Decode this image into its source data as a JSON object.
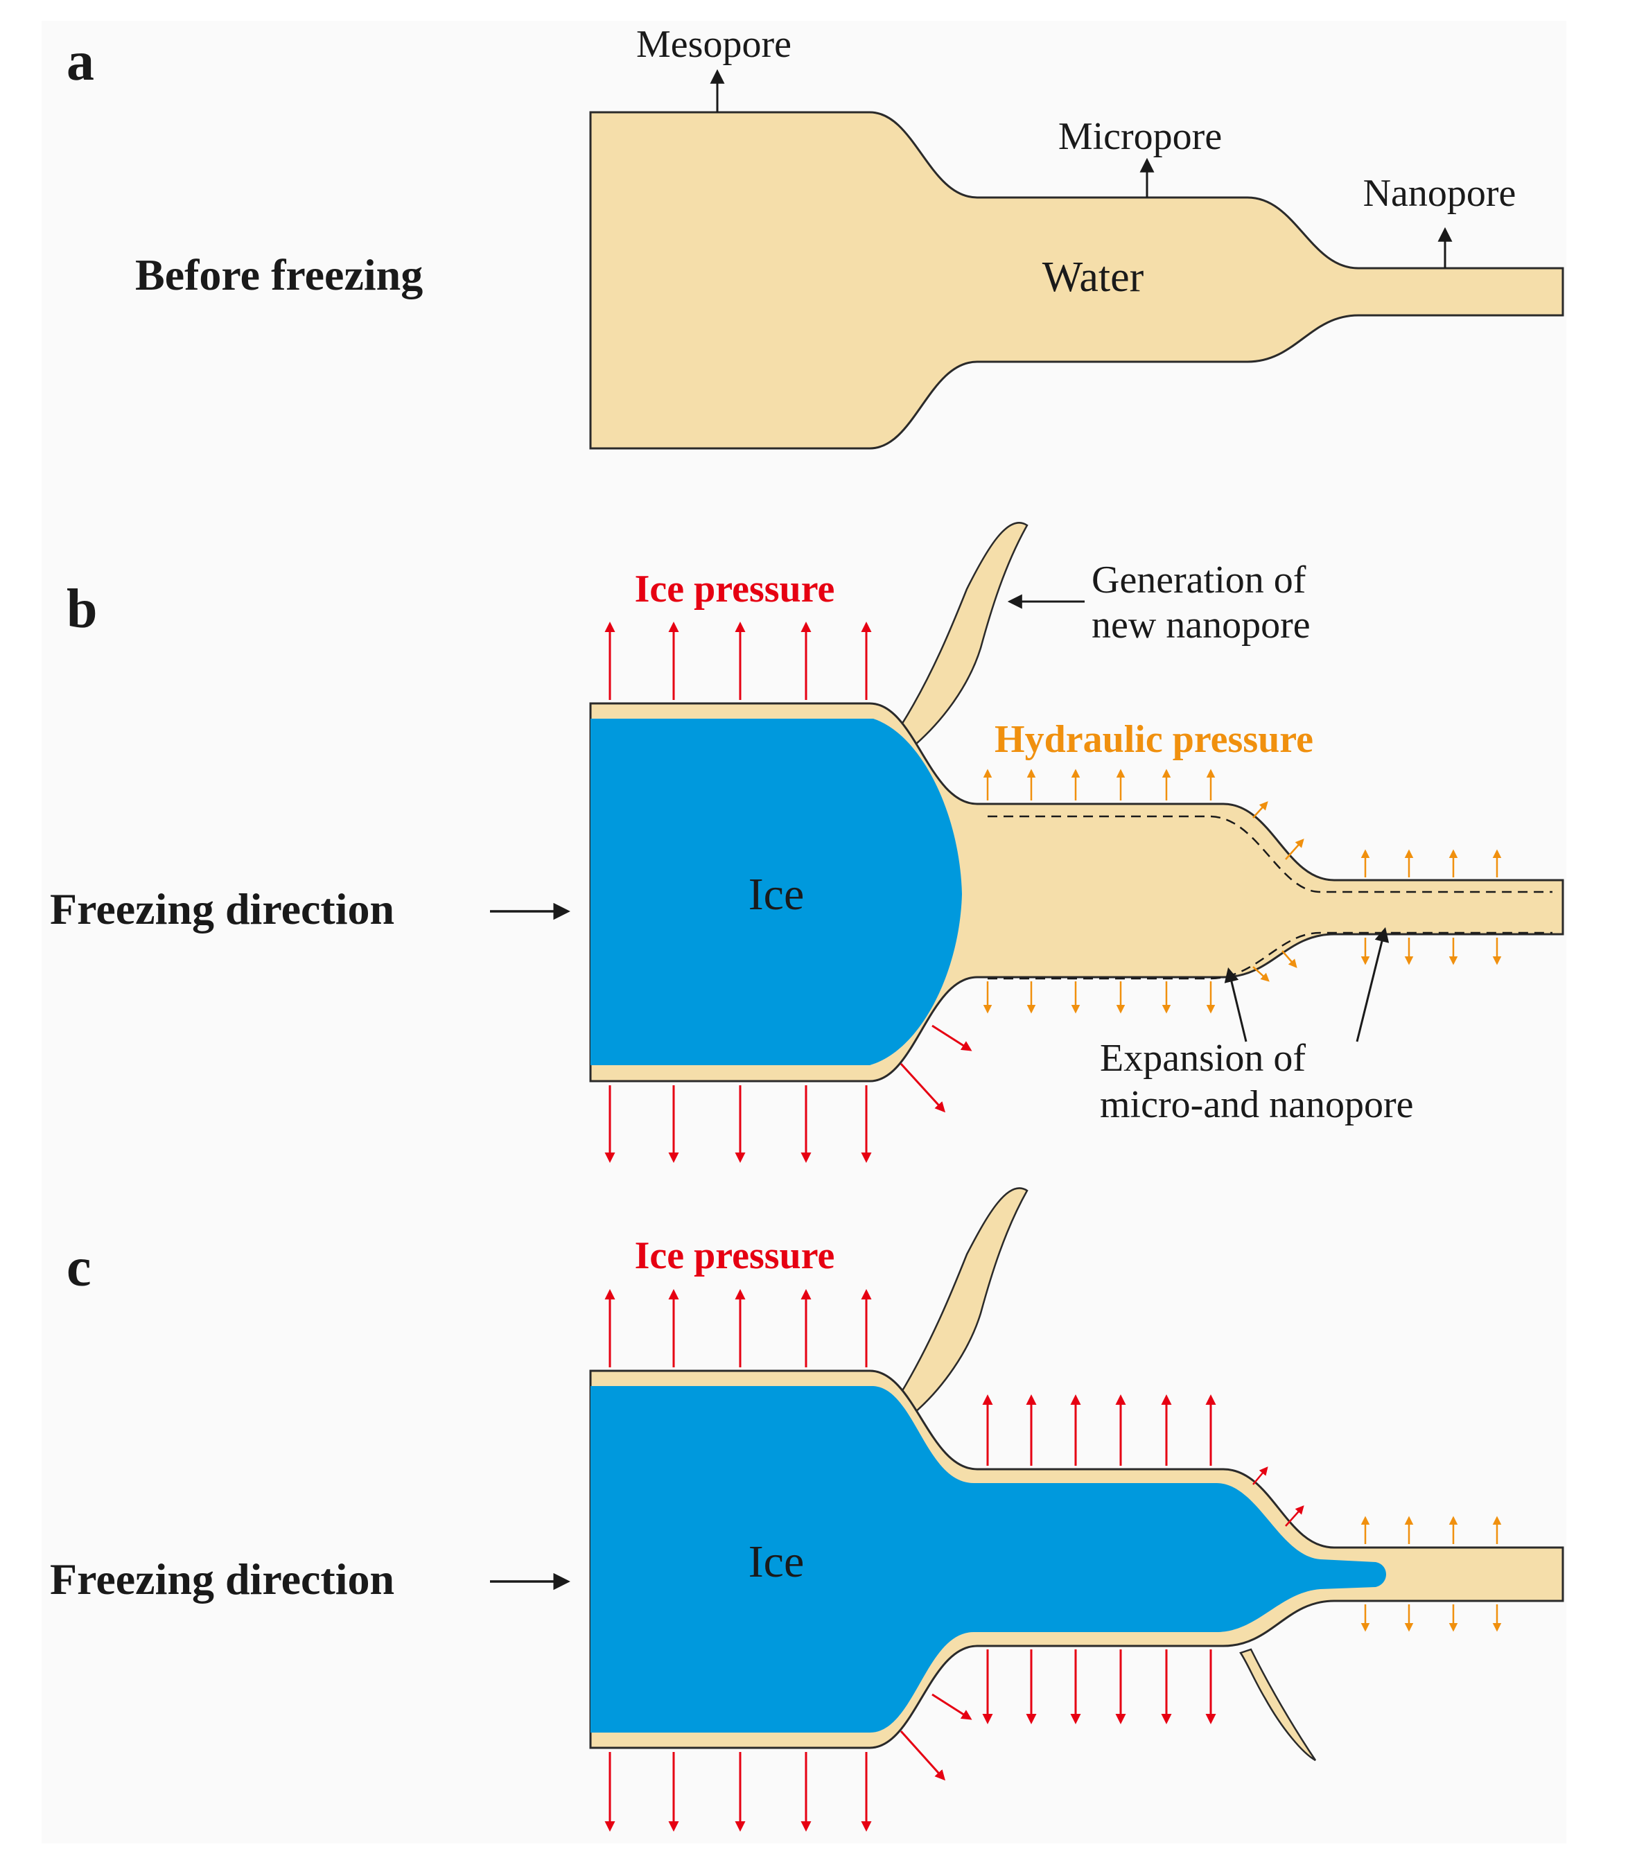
{
  "colors": {
    "water": "#f5deaa",
    "ice": "#0099dd",
    "outline": "#2a2a2a",
    "ice_pressure": "#e60012",
    "hydraulic_pressure": "#f0900e",
    "text": "#1a1a1a",
    "background": "#fafafa"
  },
  "panel_a": {
    "letter": "a",
    "state_label": "Before freezing",
    "pore_label_mesopore": "Mesopore",
    "pore_label_micropore": "Micropore",
    "pore_label_nanopore": "Nanopore",
    "fluid_label": "Water"
  },
  "panel_b": {
    "letter": "b",
    "ice_pressure_label": "Ice pressure",
    "hydraulic_pressure_label": "Hydraulic pressure",
    "new_pore_label_line1": "Generation of",
    "new_pore_label_line2": "new nanopore",
    "expansion_label_line1": "Expansion of",
    "expansion_label_line2": "micro-and nanopore",
    "direction_label": "Freezing direction",
    "ice_label": "Ice"
  },
  "panel_c": {
    "letter": "c",
    "ice_pressure_label": "Ice pressure",
    "direction_label": "Freezing direction",
    "ice_label": "Ice"
  },
  "icons": [
    "arrow-up-icon",
    "arrow-right-icon",
    "arrow-down-icon"
  ]
}
